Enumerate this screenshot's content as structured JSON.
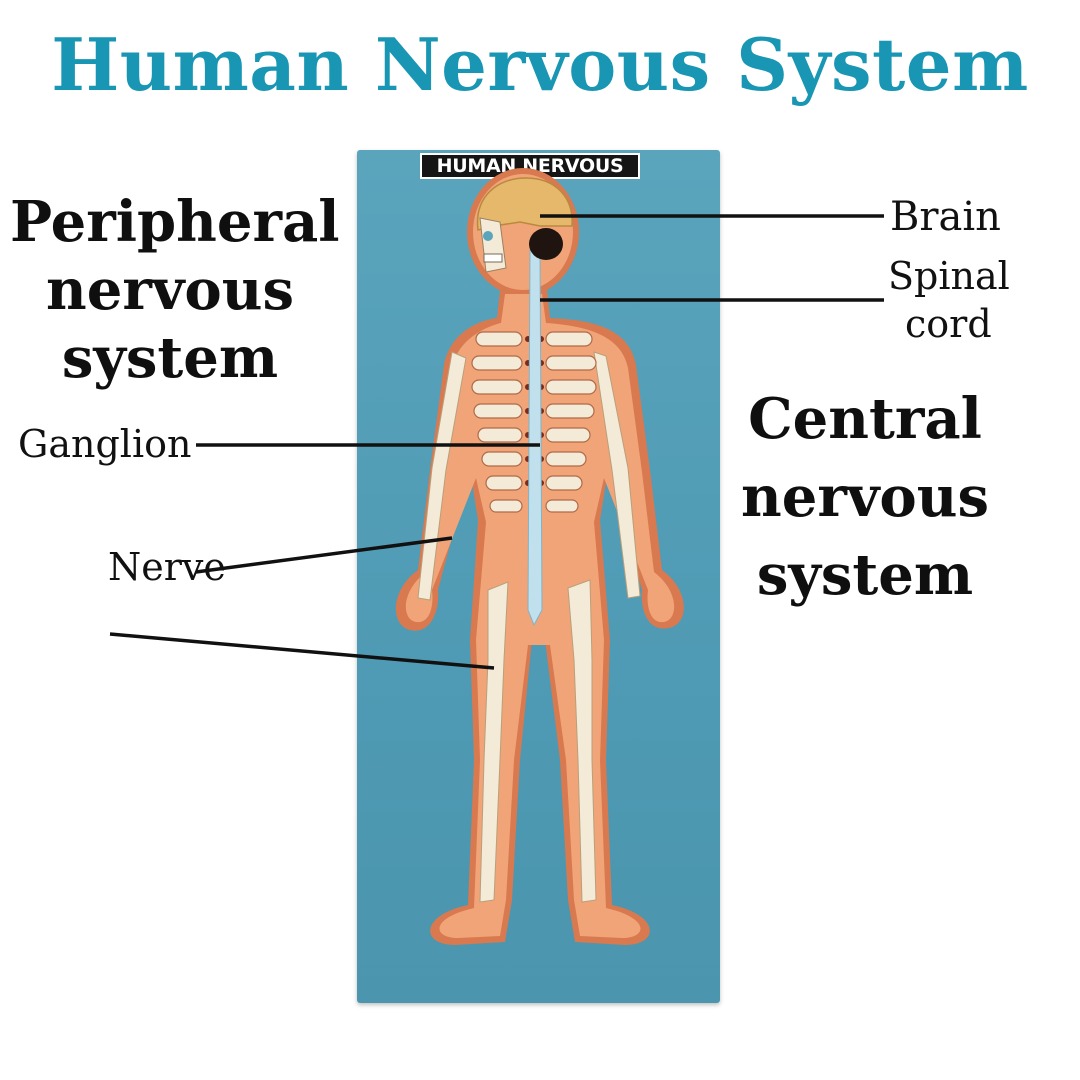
{
  "title": "Human Nervous System",
  "board_label": "HUMAN NERVOUS",
  "labels": {
    "brain": "Brain",
    "spinal_cord_line1": "Spinal",
    "spinal_cord_line2": "cord",
    "ganglion": "Ganglion",
    "nerve": "Nerve"
  },
  "headings": {
    "peripheral_line1": "Peripheral",
    "peripheral_line2": "nervous",
    "peripheral_line3": "system",
    "central_line1": "Central",
    "central_line2": "nervous",
    "central_line3": "system"
  },
  "colors": {
    "title": "#1896b4",
    "board": "#4f9ab4",
    "skin": "#f0a478",
    "skin_shadow": "#d9794f",
    "nerve_white": "#f3ead8",
    "spine": "#bfe0ec",
    "brain": "#e5b86b",
    "leader_lines": "#111111"
  }
}
